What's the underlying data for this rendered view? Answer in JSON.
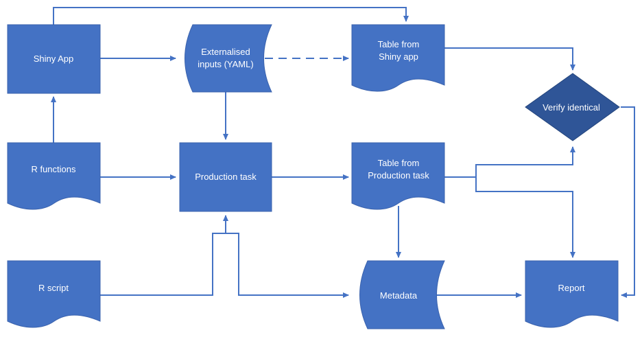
{
  "colors": {
    "shape_fill": "#4472C4",
    "decision_fill": "#2F5597",
    "connector": "#4472C4",
    "text": "#FFFFFF",
    "background": "#FFFFFF"
  },
  "nodes": {
    "shiny_app": {
      "shape": "process",
      "lines": [
        "Shiny App"
      ]
    },
    "externalised_inputs": {
      "shape": "stored-data",
      "lines": [
        "Externalised",
        "inputs (YAML)"
      ]
    },
    "table_shiny": {
      "shape": "document",
      "lines": [
        "Table from",
        "Shiny app"
      ]
    },
    "verify_identical": {
      "shape": "decision",
      "lines": [
        "Verify identical"
      ]
    },
    "r_functions": {
      "shape": "document",
      "lines": [
        "R functions"
      ]
    },
    "production_task": {
      "shape": "process",
      "lines": [
        "Production task"
      ]
    },
    "table_production": {
      "shape": "document",
      "lines": [
        "Table from",
        "Production task"
      ]
    },
    "r_script": {
      "shape": "document",
      "lines": [
        "R script"
      ]
    },
    "metadata": {
      "shape": "stored-data",
      "lines": [
        "Metadata"
      ]
    },
    "report": {
      "shape": "document",
      "lines": [
        "Report"
      ]
    }
  },
  "edges": [
    {
      "from": "shiny_app",
      "to": "table_shiny",
      "style": "solid"
    },
    {
      "from": "shiny_app",
      "to": "externalised_inputs",
      "style": "solid"
    },
    {
      "from": "externalised_inputs",
      "to": "table_shiny",
      "style": "dashed"
    },
    {
      "from": "externalised_inputs",
      "to": "production_task",
      "style": "solid"
    },
    {
      "from": "table_shiny",
      "to": "verify_identical",
      "style": "solid"
    },
    {
      "from": "r_functions",
      "to": "shiny_app",
      "style": "solid"
    },
    {
      "from": "r_functions",
      "to": "production_task",
      "style": "solid"
    },
    {
      "from": "production_task",
      "to": "table_production",
      "style": "solid"
    },
    {
      "from": "table_production",
      "to": "verify_identical",
      "style": "solid"
    },
    {
      "from": "table_production",
      "to": "report",
      "style": "solid"
    },
    {
      "from": "table_production",
      "to": "metadata",
      "style": "solid"
    },
    {
      "from": "verify_identical",
      "to": "report",
      "style": "solid"
    },
    {
      "from": "r_script",
      "to": "production_task",
      "style": "solid"
    },
    {
      "from": "production_task",
      "to": "metadata",
      "style": "solid"
    },
    {
      "from": "metadata",
      "to": "report",
      "style": "solid"
    }
  ]
}
